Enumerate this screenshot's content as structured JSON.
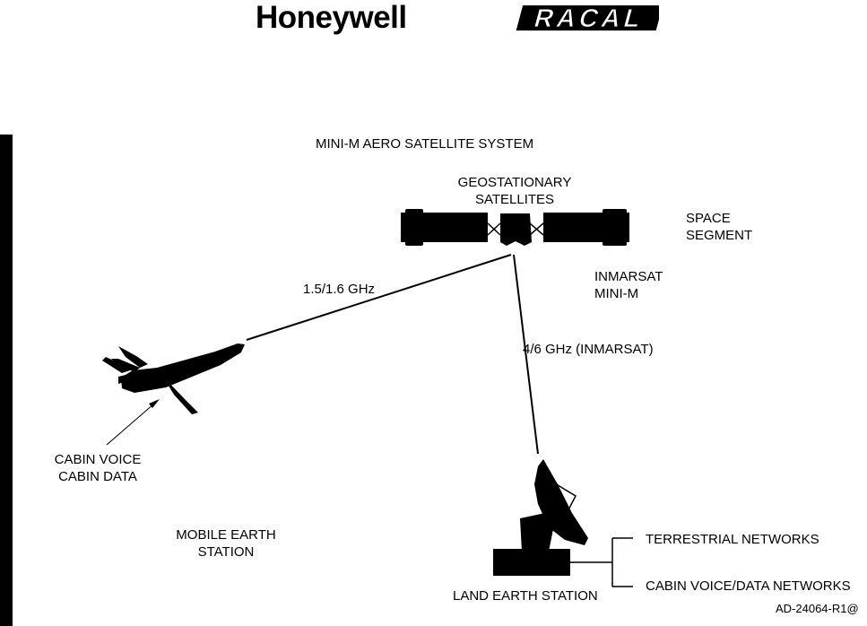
{
  "header": {
    "honeywell_logo": "Honeywell",
    "racal_logo": "RACAL"
  },
  "diagram": {
    "title": "MINI-M AERO SATELLITE SYSTEM",
    "satellite_label_line1": "GEOSTATIONARY",
    "satellite_label_line2": "SATELLITES",
    "space_segment_line1": "SPACE",
    "space_segment_line2": "SEGMENT",
    "inmarsat_line1": "INMARSAT",
    "inmarsat_line2": "MINI-M",
    "link_aircraft": "1.5/1.6 GHz",
    "link_ground": "4/6 GHz (INMARSAT)",
    "cabin_line1": "CABIN VOICE",
    "cabin_line2": "CABIN DATA",
    "mobile_line1": "MOBILE EARTH",
    "mobile_line2": "STATION",
    "land_station": "LAND EARTH STATION",
    "terrestrial": "TERRESTRIAL NETWORKS",
    "cabin_networks": "CABIN VOICE/DATA NETWORKS",
    "figure_id": "AD-24064-R1@"
  }
}
